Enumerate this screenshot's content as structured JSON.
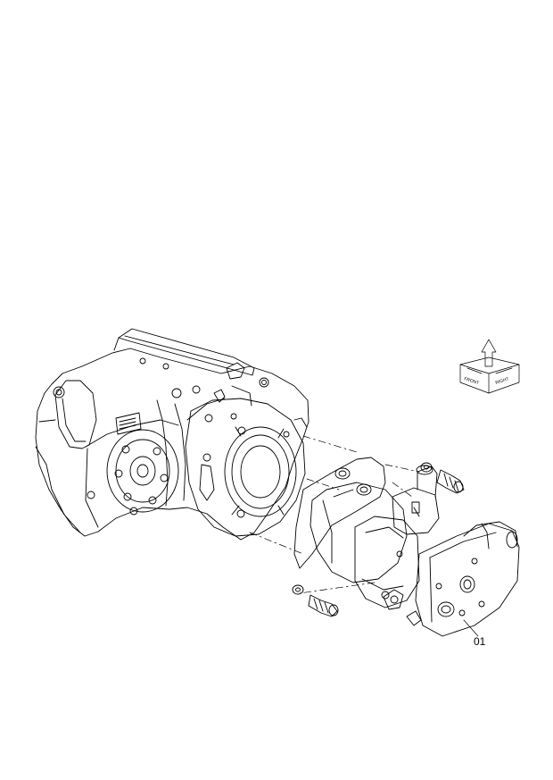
{
  "figure": {
    "callouts": [
      {
        "label": "01"
      }
    ],
    "orientation_icon": {
      "front_label": "FRONT",
      "right_label": "RIGHT"
    }
  },
  "colors": {
    "line": "#000000",
    "background": "#ffffff"
  }
}
